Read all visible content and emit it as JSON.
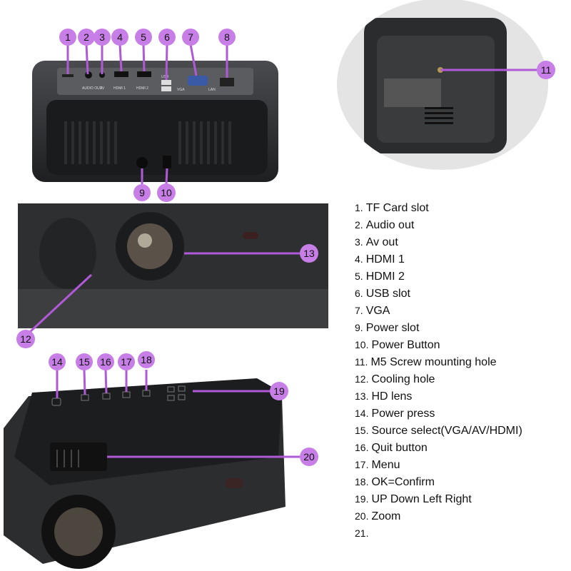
{
  "colors": {
    "marker": "#c77ee6",
    "marker_line": "#b05ad8",
    "device": "#2b2c2e"
  },
  "port_labels": [
    "AUDIO OUT",
    "AV",
    "HDMI 1",
    "HDMI 2",
    "USB",
    "VGA",
    "LAN"
  ],
  "markers": [
    "1",
    "2",
    "3",
    "4",
    "5",
    "6",
    "7",
    "8",
    "9",
    "10",
    "11",
    "12",
    "13",
    "14",
    "15",
    "16",
    "17",
    "18",
    "19",
    "20"
  ],
  "legend": [
    {
      "num": "1.",
      "text": "TF Card slot"
    },
    {
      "num": "2.",
      "text": "Audio out"
    },
    {
      "num": "3.",
      "text": "Av out"
    },
    {
      "num": "4.",
      "text": "HDMI 1"
    },
    {
      "num": "5.",
      "text": "HDMI 2"
    },
    {
      "num": "6.",
      "text": "USB slot"
    },
    {
      "num": "7.",
      "text": "VGA"
    },
    {
      "num": "9.",
      "text": "Power slot"
    },
    {
      "num": "10.",
      "text": "Power Button"
    },
    {
      "num": "11.",
      "text": "M5 Screw mounting hole"
    },
    {
      "num": "12.",
      "text": "Cooling hole"
    },
    {
      "num": "13.",
      "text": "HD lens"
    },
    {
      "num": "14.",
      "text": "Power press"
    },
    {
      "num": "15.",
      "text": "Source select(VGA/AV/HDMI)"
    },
    {
      "num": "16.",
      "text": "Quit button"
    },
    {
      "num": "17.",
      "text": "Menu"
    },
    {
      "num": "18.",
      "text": "OK=Confirm"
    },
    {
      "num": "19.",
      "text": "UP Down Left Right"
    },
    {
      "num": "20.",
      "text": "Zoom"
    },
    {
      "num": "21.",
      "text": ""
    }
  ]
}
